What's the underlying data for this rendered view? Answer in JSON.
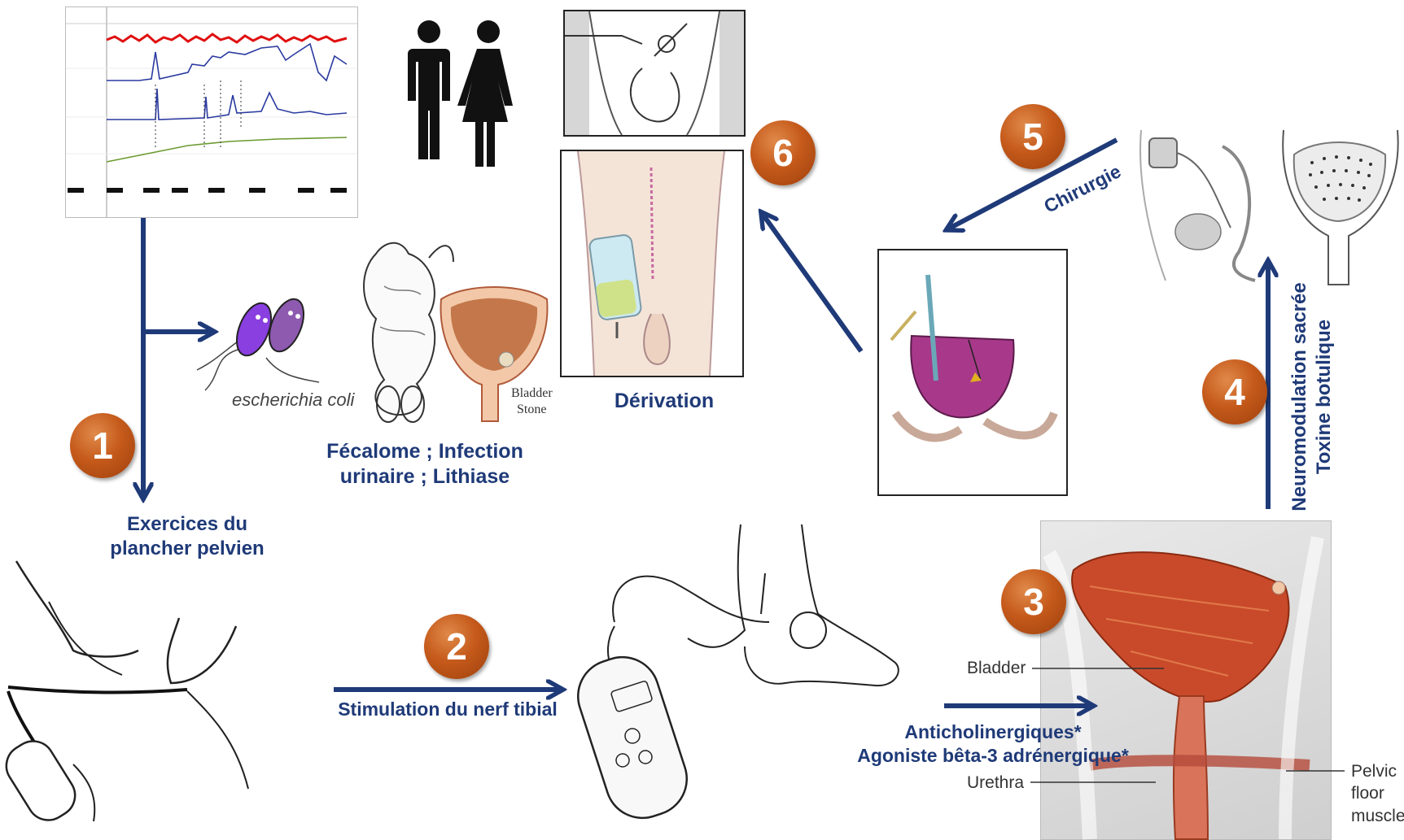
{
  "labels": {
    "pelvic_exercises_line1": "Exercices du",
    "pelvic_exercises_line2": "plancher pelvien",
    "complications_line1": "Fécalome ; Infection",
    "complications_line2": "urinaire ; Lithiase",
    "derivation": "Dérivation",
    "chirurgie": "Chirurgie",
    "tibial": "Stimulation du nerf tibial",
    "drugs_line1": "Anticholinergiques*",
    "drugs_line2": "Agoniste bêta-3 adrénergique*",
    "neuromod_line1": "Neuromodulation sacrée",
    "neuromod_line2": "Toxine botulique"
  },
  "badges": [
    "1",
    "2",
    "3",
    "4",
    "5",
    "6"
  ],
  "image_text": {
    "ecoli": "escherichia coli",
    "bladder_stone_line1": "Bladder",
    "bladder_stone_line2": "Stone",
    "bladder": "Bladder",
    "urethra": "Urethra",
    "pelvic_line1": "Pelvic",
    "pelvic_line2": "floor",
    "pelvic_line3": "muscle"
  },
  "colors": {
    "arrow": "#1f3a78",
    "badge": "#c55a1b",
    "label": "#1f3a78"
  }
}
